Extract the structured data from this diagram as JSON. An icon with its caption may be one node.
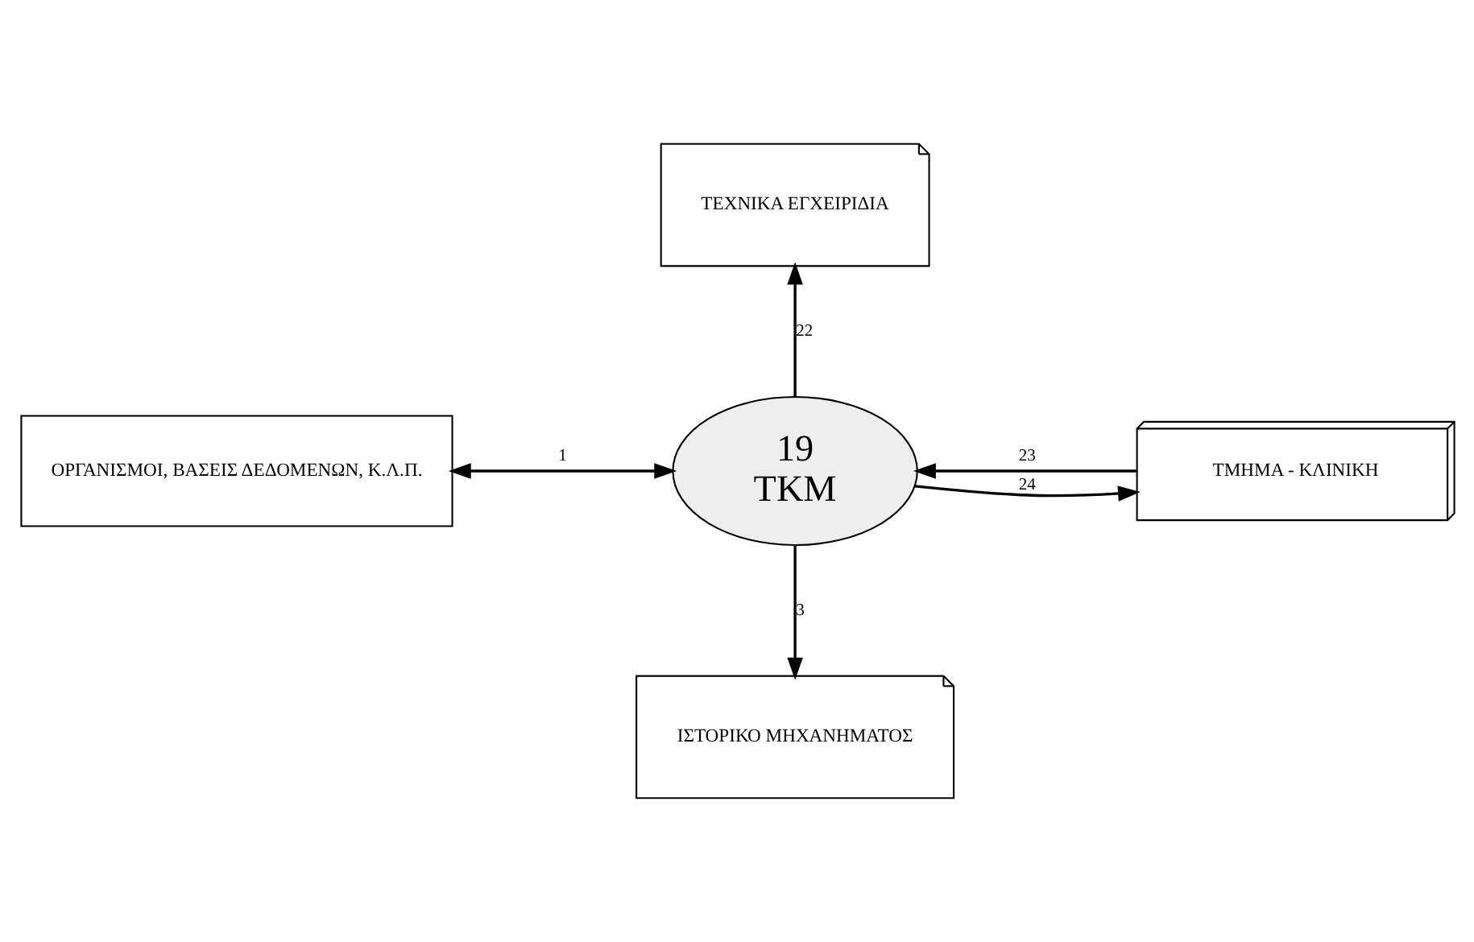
{
  "diagram": {
    "nodes": [
      {
        "text": [
          "ΤΕΧΝΙΚΑ ΕΓΧΕΙΡΙΔΙΑ"
        ]
      },
      {
        "text": [
          "ΟΡΓΑΝΙΣΜΟΙ, ΒΑΣΕΙΣ ΔΕΔΟΜΕΝΩΝ, Κ.Λ.Π."
        ]
      },
      {
        "text": [
          "19",
          "ΤΚΜ"
        ]
      },
      {
        "text": [
          "ΤΜΗΜΑ - ΚΛΙΝΙΚΗ"
        ]
      },
      {
        "text": [
          "ΙΣΤΟΡΙΚΟ ΜΗΧΑΝΗΜΑΤΟΣ"
        ]
      }
    ],
    "edges": [
      {
        "from": 2,
        "to": 0,
        "arrow": "to",
        "label": "22"
      },
      {
        "from": 1,
        "to": 2,
        "arrow": "both",
        "label": "1"
      },
      {
        "from": 3,
        "to": 2,
        "arrow": "to",
        "label": "23"
      },
      {
        "from": 2,
        "to": 3,
        "arrow": "to",
        "label": "24"
      },
      {
        "from": 2,
        "to": 4,
        "arrow": "to",
        "label": "3"
      }
    ]
  }
}
